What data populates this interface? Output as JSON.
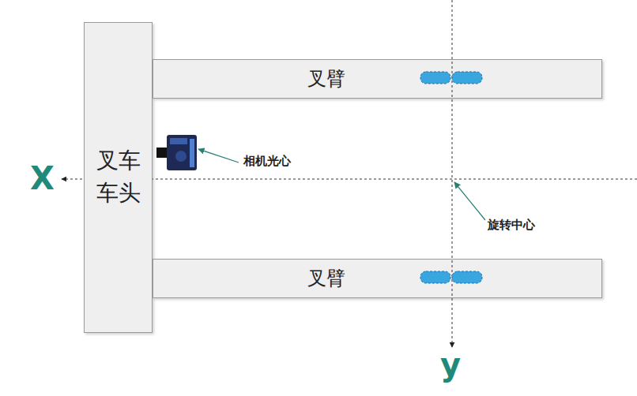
{
  "diagram": {
    "nodes": [
      {
        "text": [
          "叉车 车头"
        ]
      },
      {
        "text": [
          "叉臂"
        ]
      },
      {
        "text": [
          "叉臂"
        ]
      }
    ],
    "labels": [
      "相机光心",
      "旋转中心",
      "X",
      "y"
    ]
  }
}
